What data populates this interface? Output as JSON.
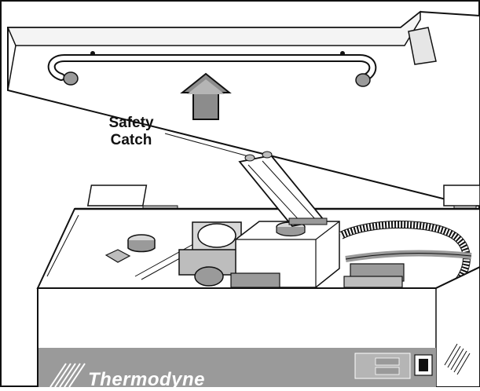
{
  "callout": {
    "line1": "Safety",
    "line2": "Catch"
  },
  "brand": {
    "name": "Thermodyne"
  },
  "colors": {
    "line": "#111111",
    "panel_gray": "#9a9a9a",
    "light_gray": "#d8d8d8",
    "mid_gray": "#bdbdbd",
    "arrow_gray": "#8c8c8c"
  },
  "icons": {
    "lift_direction": "arrow-up-icon",
    "brand_logo": "diagonal-stripes-logo-icon"
  }
}
